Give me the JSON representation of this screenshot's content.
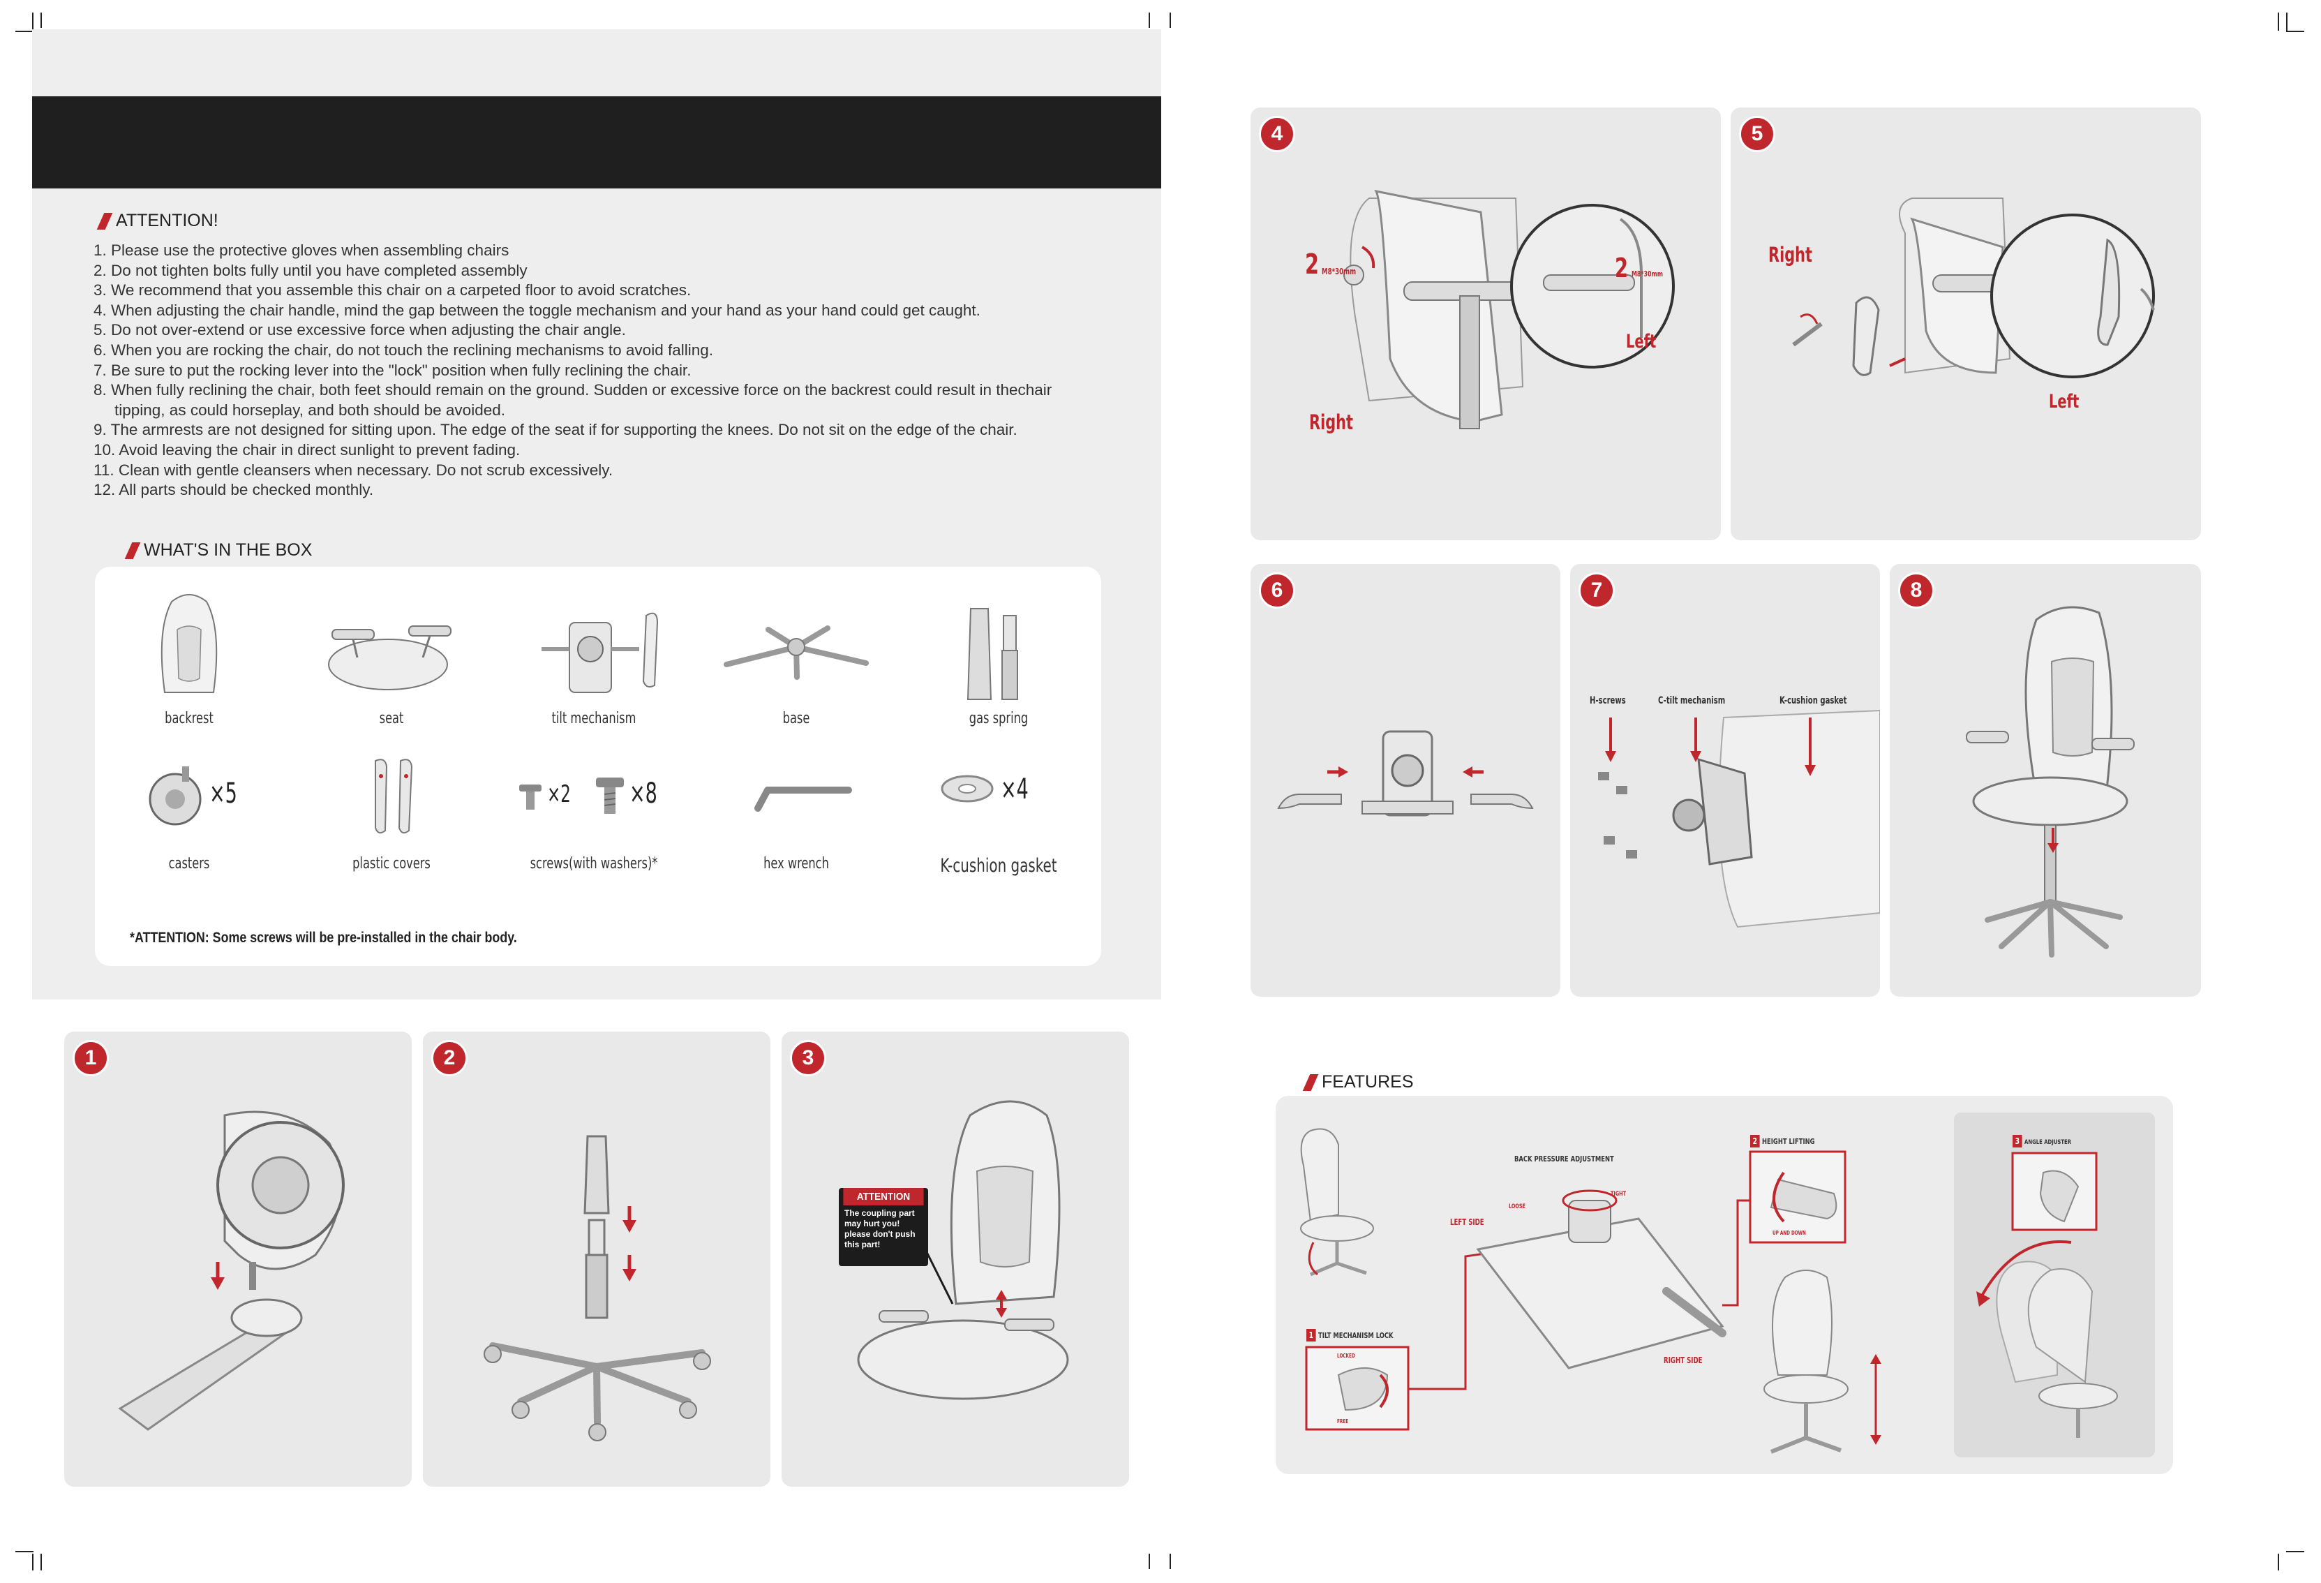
{
  "attention": {
    "heading": "ATTENTION!",
    "items": [
      "1. Please use the protective gloves when assembling chairs",
      "2. Do not tighten bolts fully until you have completed assembly",
      "3. We recommend that you assemble this chair on a carpeted floor to avoid scratches.",
      "4. When adjusting the chair handle, mind the gap between the toggle mechanism and your hand as your hand could get caught.",
      "5. Do not over-extend or use excessive force when adjusting the chair angle.",
      "6. When you are rocking the chair, do not touch the reclining mechanisms to avoid falling.",
      "7. Be sure to put the rocking lever into the \"lock\" position when fully reclining the chair.",
      "8. When fully reclining the chair, both feet should remain on the ground. Sudden or excessive force on the backrest could result in thechair tipping, as could horseplay, and both should be avoided.",
      "9. The armrests are not designed for sitting upon. The edge of the seat if for supporting the knees.  Do not sit on the edge of the chair.",
      "10. Avoid leaving the chair in direct sunlight to prevent fading.",
      "11. Clean with gentle cleansers when necessary. Do not scrub excessively.",
      "12. All parts should be checked monthly."
    ]
  },
  "box": {
    "heading": "WHAT'S  IN THE BOX",
    "items": [
      {
        "label": "backrest",
        "qty": ""
      },
      {
        "label": "seat",
        "qty": ""
      },
      {
        "label": "tilt mechanism",
        "qty": ""
      },
      {
        "label": "base",
        "qty": ""
      },
      {
        "label": "gas spring",
        "qty": ""
      },
      {
        "label": "casters",
        "qty": "×5"
      },
      {
        "label": "plastic covers",
        "qty": ""
      },
      {
        "label": "screws(with washers)*",
        "qty": "×2",
        "qty2": "×8"
      },
      {
        "label": "hex wrench",
        "qty": ""
      },
      {
        "label": "K-cushion gasket",
        "qty": "×4"
      }
    ],
    "note": "*ATTENTION: Some screws will be pre-installed in the chair body."
  },
  "steps": {
    "s1": "1",
    "s2": "2",
    "s3": "3",
    "s4": "4",
    "s5": "5",
    "s6": "6",
    "s7": "7",
    "s8": "8",
    "s3_attention": {
      "title": "ATTENTION",
      "body": "The coupling part may hurt you! please don't push this part!"
    },
    "s4_labels": {
      "right": "Right",
      "left": "Left",
      "qty_left": "2",
      "qty_right": "2",
      "screw_spec": "M8*30mm"
    },
    "s5_labels": {
      "right": "Right",
      "left": "Left"
    },
    "s7_labels": {
      "h_screws": "H-screws",
      "c_tilt": "C-tilt mechanism",
      "k_cushion": "K-cushion gasket"
    }
  },
  "features": {
    "heading": "FEATURES",
    "back_pressure": "BACK PRESSURE ADJUSTMENT",
    "left_side": "LEFT SIDE",
    "right_side": "RIGHT SIDE",
    "loose": "LOOSE",
    "tight": "TIGHT",
    "tilt_lock_num": "1",
    "tilt_lock": "TILT MECHANISM LOCK",
    "lock": "LOCKED",
    "free": "FREE",
    "height_num": "2",
    "height": "HEIGHT LIFTING",
    "up_down": "UP AND DOWN",
    "angle_num": "3",
    "angle": "ANGLE ADJUSTER"
  },
  "colors": {
    "accent": "#c0272d",
    "bar": "#1f1f1f",
    "panel": "#eeeeee"
  }
}
